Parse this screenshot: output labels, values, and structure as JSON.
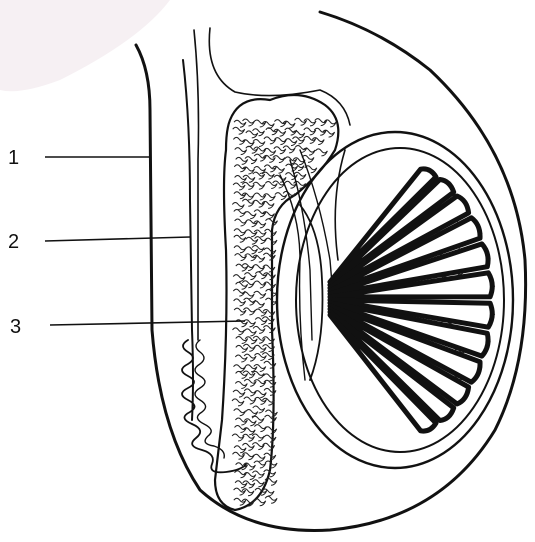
{
  "labels": [
    {
      "id": "1",
      "text": "1"
    },
    {
      "id": "2",
      "text": "2"
    },
    {
      "id": "3",
      "text": "3"
    }
  ],
  "colors": {
    "ink": "#111111",
    "paper": "#ffffff",
    "tint": "#f3eef1"
  },
  "testis_lobule_count": 12
}
